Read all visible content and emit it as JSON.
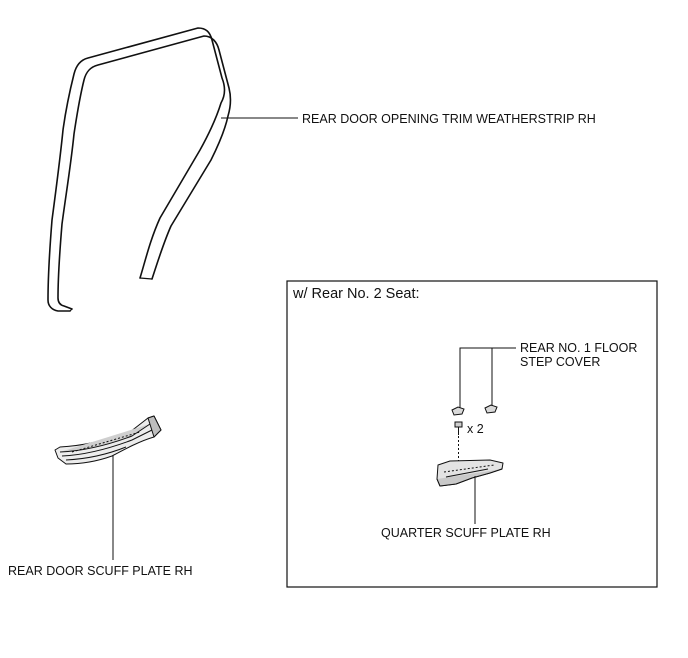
{
  "labels": {
    "weatherstrip": "REAR DOOR OPENING TRIM  WEATHERSTRIP RH",
    "scuff_plate": "REAR DOOR SCUFF PLATE RH",
    "floor_step_cover_line1": "REAR NO. 1 FLOOR",
    "floor_step_cover_line2": "STEP COVER",
    "quarter_scuff_plate": "QUARTER SCUFF PLATE RH",
    "quantity": "x 2"
  },
  "inset": {
    "title": "w/ Rear No. 2 Seat:"
  }
}
